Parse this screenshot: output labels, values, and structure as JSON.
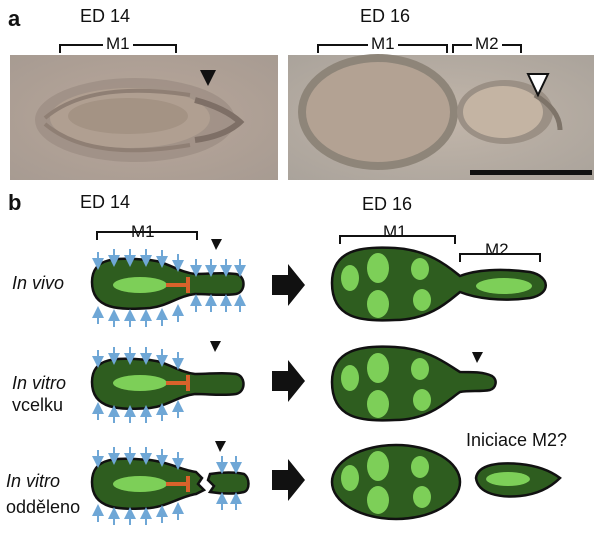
{
  "panel_a": {
    "letter": "a",
    "left": {
      "stage": "ED 14",
      "bracket_m1": "M1"
    },
    "right": {
      "stage": "ED 16",
      "bracket_m1": "M1",
      "bracket_m2": "M2"
    }
  },
  "panel_b": {
    "letter": "b",
    "header_left": {
      "stage": "ED 14",
      "bracket_m1": "M1"
    },
    "header_right": {
      "stage": "ED 16",
      "bracket_m1": "M1",
      "bracket_m2": "M2"
    },
    "rows": [
      {
        "line1": "In vivo",
        "line2": ""
      },
      {
        "line1": "In vitro",
        "line2": "vcelku"
      },
      {
        "line1": "In vitro",
        "line2": "odděleno"
      }
    ],
    "question": "Iniciace M2?"
  },
  "colors": {
    "tooth_dark": "#2e5d1f",
    "tooth_light": "#7dcf58",
    "inhibitor": "#d9622b",
    "arrow_blue": "#6fa7d6"
  }
}
